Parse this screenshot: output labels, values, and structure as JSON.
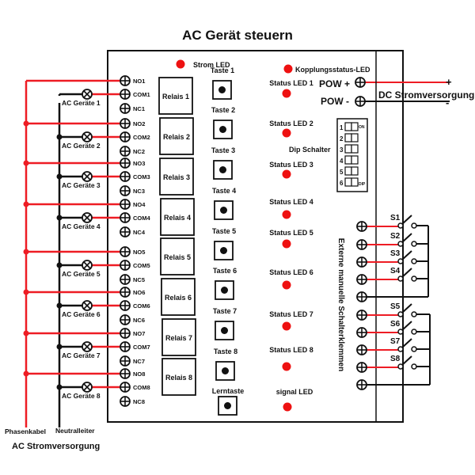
{
  "title": "AC Gerät steuern",
  "colors": {
    "phase": "#ee1c24",
    "neutral": "#111111",
    "led": "#ee1111",
    "box": "#111111"
  },
  "top_leds": {
    "power": "Strom LED",
    "pairing": "Kopplungsstatus-LED"
  },
  "dc_power": {
    "label": "DC Stromversorgung",
    "terminals": [
      {
        "label": "POW +",
        "polarity": "+"
      },
      {
        "label": "POW -",
        "polarity": "-"
      }
    ]
  },
  "ac_power": {
    "label": "AC Stromversorgung",
    "phase": "Phasenkabel",
    "neutral": "Neutralleiter"
  },
  "channels": [
    {
      "no": "NO1",
      "com": "COM1",
      "nc": "NC1",
      "relay": "Relais 1",
      "device": "AC Geräte 1",
      "button": "Taste 1",
      "status_led": "Status LED 1"
    },
    {
      "no": "NO2",
      "com": "COM2",
      "nc": "NC2",
      "relay": "Relais 2",
      "device": "AC Geräte 2",
      "button": "Taste 2",
      "status_led": "Status LED 2"
    },
    {
      "no": "NO3",
      "com": "COM3",
      "nc": "NC3",
      "relay": "Relais 3",
      "device": "AC Geräte 3",
      "button": "Taste 3",
      "status_led": "Status LED 3"
    },
    {
      "no": "NO4",
      "com": "COM4",
      "nc": "NC4",
      "relay": "Relais 4",
      "device": "AC Geräte 4",
      "button": "Taste 4",
      "status_led": "Status LED 4"
    },
    {
      "no": "NO5",
      "com": "COM5",
      "nc": "NC5",
      "relay": "Relais 5",
      "device": "AC Geräte 5",
      "button": "Taste 5",
      "status_led": "Status LED 5"
    },
    {
      "no": "NO6",
      "com": "COM6",
      "nc": "NC6",
      "relay": "Relais 6",
      "device": "AC Geräte 6",
      "button": "Taste 6",
      "status_led": "Status LED 6"
    },
    {
      "no": "NO7",
      "com": "COM7",
      "nc": "NC7",
      "relay": "Relais 7",
      "device": "AC Geräte 7",
      "button": "Taste 7",
      "status_led": "Status LED 7"
    },
    {
      "no": "NO8",
      "com": "COM8",
      "nc": "NC8",
      "relay": "Relais 8",
      "device": "AC Geräte 8",
      "button": "Taste 8",
      "status_led": "Status LED 8"
    }
  ],
  "learn_button": "Lerntaste",
  "signal_led": "signal LED",
  "dip_switch": {
    "label": "Dip Schalter",
    "positions": [
      "1",
      "2",
      "3",
      "4",
      "5",
      "6"
    ],
    "on_label": "ON",
    "dip_label": "DIP"
  },
  "external_switches": {
    "label": "Externe manuelle Schalterklemmen",
    "groups": [
      [
        "S1",
        "S2",
        "S3",
        "S4"
      ],
      [
        "S5",
        "S6",
        "S7",
        "S8"
      ]
    ]
  }
}
